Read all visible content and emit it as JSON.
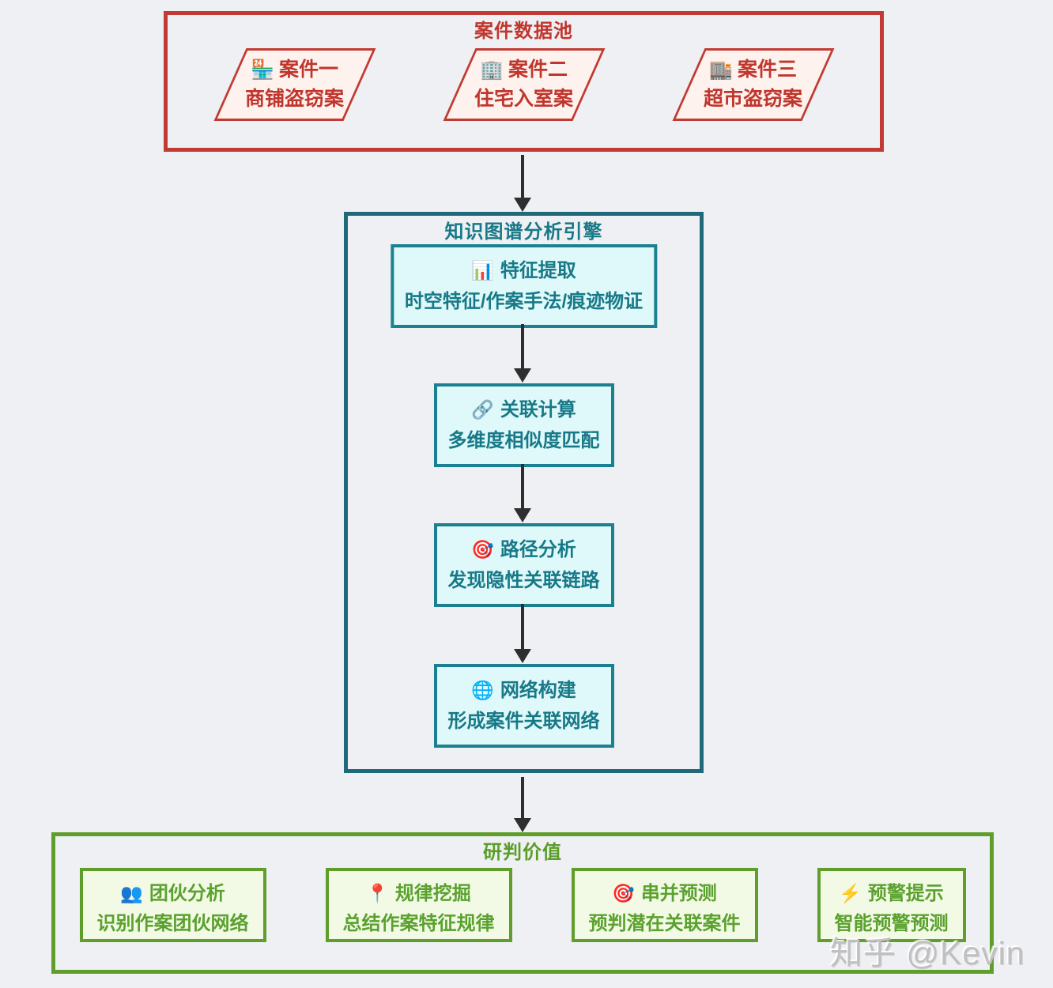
{
  "page": {
    "background": "#eff0f4",
    "watermark": "知乎 @Kevin",
    "arrow_color": "#2e2e2e"
  },
  "data_pool": {
    "title": "案件数据池",
    "accent_color": "#c23b32",
    "fill_color": "#fdf2ee",
    "cases": [
      {
        "icon_name": "convenience-store-icon",
        "icon": "🏪",
        "title": "案件一",
        "subtitle": "商铺盗窃案"
      },
      {
        "icon_name": "office-building-icon",
        "icon": "🏢",
        "title": "案件二",
        "subtitle": "住宅入室案"
      },
      {
        "icon_name": "department-store-icon",
        "icon": "🏬",
        "title": "案件三",
        "subtitle": "超市盗窃案"
      }
    ]
  },
  "engine": {
    "title": "知识图谱分析引擎",
    "accent_color": "#1b8191",
    "fill_color": "#dff8f9",
    "steps": [
      {
        "icon_name": "bar-chart-icon",
        "icon": "📊",
        "title": "特征提取",
        "subtitle": "时空特征/作案手法/痕迹物证"
      },
      {
        "icon_name": "link-icon",
        "icon": "🔗",
        "title": "关联计算",
        "subtitle": "多维度相似度匹配"
      },
      {
        "icon_name": "target-icon",
        "icon": "🎯",
        "title": "路径分析",
        "subtitle": "发现隐性关联链路"
      },
      {
        "icon_name": "globe-icon",
        "icon": "🌐",
        "title": "网络构建",
        "subtitle": "形成案件关联网络"
      }
    ]
  },
  "value": {
    "title": "研判价值",
    "accent_color": "#609e2b",
    "fill_color": "#f2fae5",
    "items": [
      {
        "icon_name": "people-icon",
        "icon": "👥",
        "title": "团伙分析",
        "subtitle": "识别作案团伙网络"
      },
      {
        "icon_name": "pushpin-icon",
        "icon": "📍",
        "title": "规律挖掘",
        "subtitle": "总结作案特征规律"
      },
      {
        "icon_name": "target-icon",
        "icon": "🎯",
        "title": "串并预测",
        "subtitle": "预判潜在关联案件"
      },
      {
        "icon_name": "lightning-icon",
        "icon": "⚡",
        "title": "预警提示",
        "subtitle": "智能预警预测"
      }
    ]
  }
}
